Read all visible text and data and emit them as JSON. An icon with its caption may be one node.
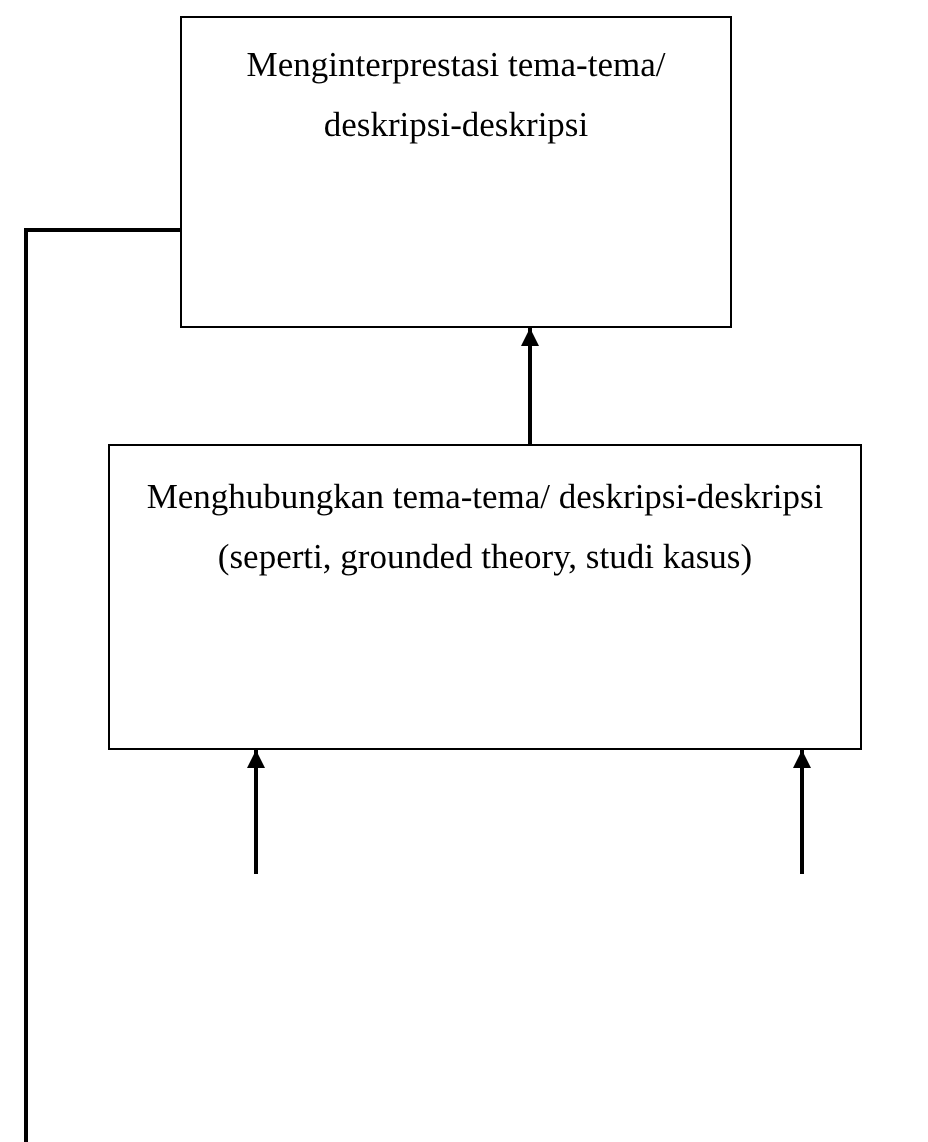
{
  "diagram": {
    "nodes": [
      {
        "text": [
          "Menginterprestasi tema-tema/ deskripsi-deskripsi"
        ]
      },
      {
        "text": [
          "Menghubungkan tema-tema/ deskripsi-deskripsi (seperti, grounded theory, studi kasus)"
        ]
      }
    ],
    "edges": [
      {
        "from": 1,
        "to": 0,
        "arrow": "to"
      },
      {
        "from": null,
        "to": 1,
        "arrow": "to"
      },
      {
        "from": null,
        "to": 1,
        "arrow": "to"
      },
      {
        "from": 0,
        "to": null,
        "arrow": "none"
      }
    ]
  }
}
